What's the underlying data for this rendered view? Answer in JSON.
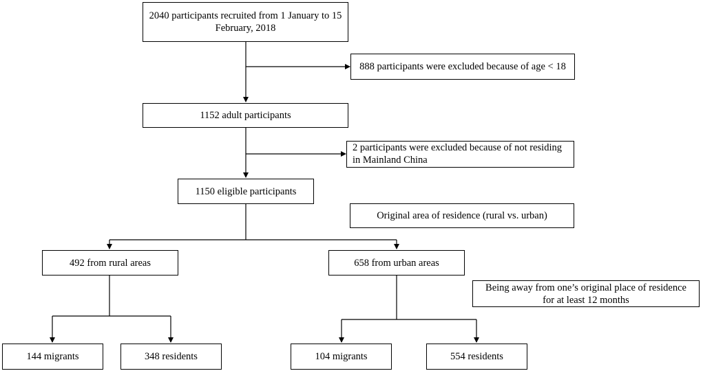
{
  "boxes": {
    "recruited": {
      "line1": "2040 participants recruited from 1 January to 15",
      "line2": "February, 2018"
    },
    "excluded_age": {
      "text": "888 participants were excluded because of age < 18"
    },
    "adult": {
      "text": "1152 adult participants"
    },
    "excluded_residence": {
      "line1": "2 participants were excluded because of not residing",
      "line2": "in Mainland China"
    },
    "eligible": {
      "text": "1150 eligible participants"
    },
    "criterion_area": {
      "text": "Original area of residence (rural vs. urban)"
    },
    "rural": {
      "text": "492 from rural areas"
    },
    "urban": {
      "text": "658 from urban areas"
    },
    "criterion_away": {
      "line1": "Being away from one’s original place of residence",
      "line2": "for at least 12 months"
    },
    "rural_migrants": {
      "text": "144 migrants"
    },
    "rural_residents": {
      "text": "348 residents"
    },
    "urban_migrants": {
      "text": "104 migrants"
    },
    "urban_residents": {
      "text": "554 residents"
    }
  },
  "colors": {
    "line": "#000000",
    "background": "#ffffff",
    "text": "#000000"
  }
}
